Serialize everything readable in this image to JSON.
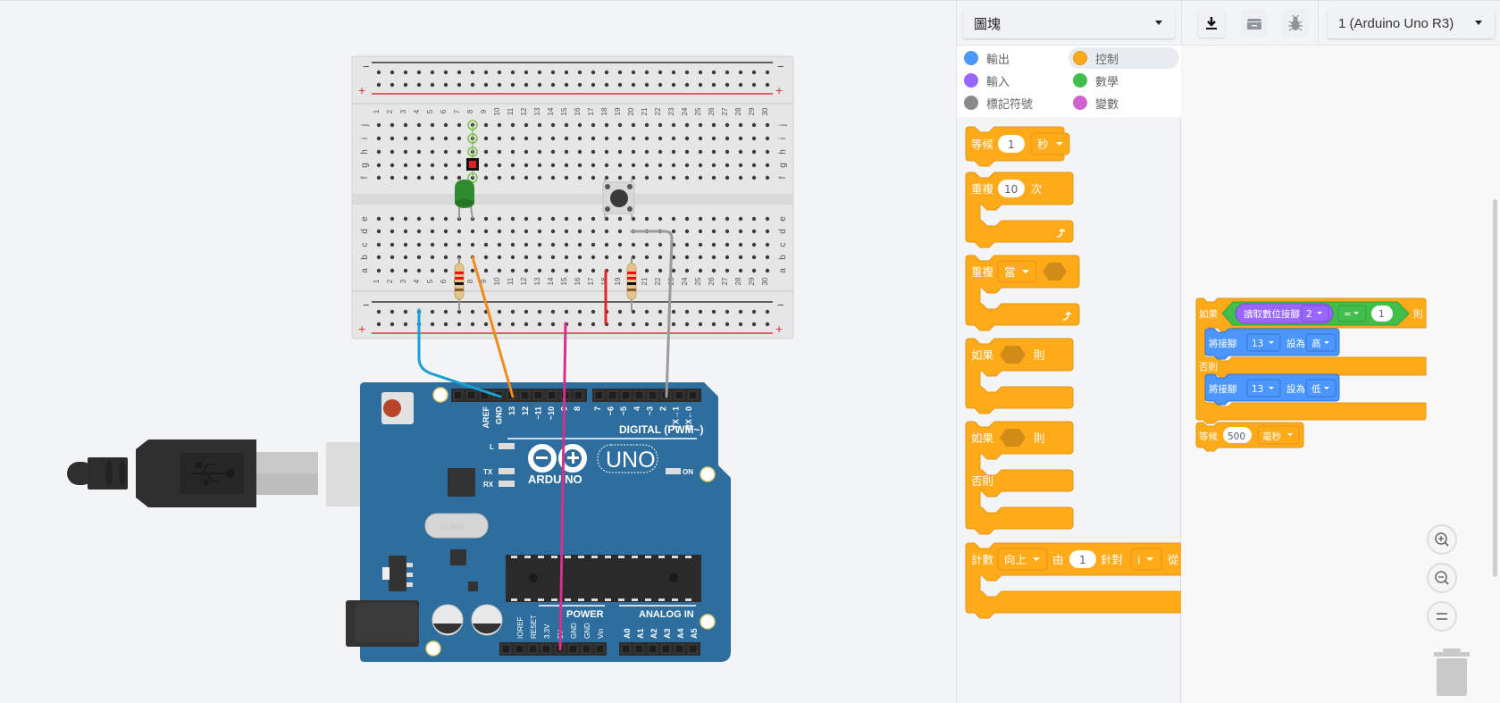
{
  "editor": {
    "mode_select": {
      "value": "圖塊"
    },
    "toolbar": {
      "download_icon": "download-icon",
      "library_icon": "library-icon",
      "debug_icon": "bug-icon"
    },
    "device_select": {
      "value": "1 (Arduino Uno R3)"
    },
    "categories": [
      {
        "label": "輸出",
        "color": "#4c97ff"
      },
      {
        "label": "控制",
        "color": "#ffab19",
        "active": true
      },
      {
        "label": "輸入",
        "color": "#9966ff"
      },
      {
        "label": "數學",
        "color": "#40bf4a"
      },
      {
        "label": "標記符號",
        "color": "#8a8a8a"
      },
      {
        "label": "變數",
        "color": "#cf63cf"
      }
    ],
    "palette_blocks": {
      "wait": {
        "label": "等候",
        "value": "1",
        "unit": "秒"
      },
      "repeat": {
        "label": "重複",
        "value": "10",
        "suffix": "次"
      },
      "repeat_while": {
        "label": "重複",
        "mode": "當"
      },
      "if_then": {
        "label": "如果",
        "then": "則"
      },
      "if_else": {
        "label": "如果",
        "then": "則",
        "else": "否則"
      },
      "count": {
        "label": "計數",
        "direction": "向上",
        "from_label": "由",
        "from": "1",
        "for_label": "針對",
        "var": "i",
        "to_label": "從"
      }
    },
    "workspace_code": {
      "if_label": "如果",
      "read_pin_label": "讀取數位接腳",
      "read_pin": "2",
      "operator": "=",
      "compare_value": "1",
      "then_label": "則",
      "set_pin_label": "將接腳",
      "set_to_label": "設為",
      "then_pin": "13",
      "then_state": "高",
      "else_label": "否則",
      "else_pin": "13",
      "else_state": "低",
      "wait_label": "等候",
      "wait_value": "500",
      "wait_unit": "毫秒"
    }
  },
  "circuit": {
    "breadboard": {
      "columns": [
        "1",
        "2",
        "3",
        "4",
        "5",
        "6",
        "7",
        "8",
        "9",
        "10",
        "11",
        "12",
        "13",
        "14",
        "15",
        "16",
        "17",
        "18",
        "19",
        "20",
        "21",
        "22",
        "23",
        "24",
        "25",
        "26",
        "27",
        "28",
        "29",
        "30"
      ],
      "rows_top": [
        "j",
        "i",
        "h",
        "g",
        "f"
      ],
      "rows_bottom": [
        "e",
        "d",
        "c",
        "b",
        "a"
      ],
      "rail_minus": "−",
      "rail_plus": "+"
    },
    "arduino": {
      "brand": "ARDUINO",
      "model": "UNO",
      "digital_label": "DIGITAL (PWM~)",
      "power_label": "POWER",
      "analog_label": "ANALOG IN",
      "on_label": "ON",
      "l_label": "L",
      "tx_label": "TX",
      "rx_label": "RX",
      "top_pins": [
        "AREF",
        "GND",
        "13",
        "12",
        "~11",
        "~10",
        "~9",
        "8",
        "7",
        "~6",
        "~5",
        "4",
        "~3",
        "2",
        "TX→1",
        "RX←0"
      ],
      "power_pins": [
        "IOREF",
        "RESET",
        "3.3V",
        "5V",
        "GND",
        "GND",
        "Vin"
      ],
      "analog_pins": [
        "A0",
        "A1",
        "A2",
        "A3",
        "A4",
        "A5"
      ],
      "crystal": "16.000"
    },
    "wires": [
      {
        "name": "gnd-wire",
        "color": "#1a9fd6"
      },
      {
        "name": "pin13-wire",
        "color": "#f28a1a"
      },
      {
        "name": "5v-wire",
        "color": "#d6308f"
      },
      {
        "name": "pin2-wire",
        "color": "#9a9a9a"
      },
      {
        "name": "jumper-wire",
        "color": "#e3262b"
      }
    ],
    "led_color": "#2e8b2e"
  }
}
